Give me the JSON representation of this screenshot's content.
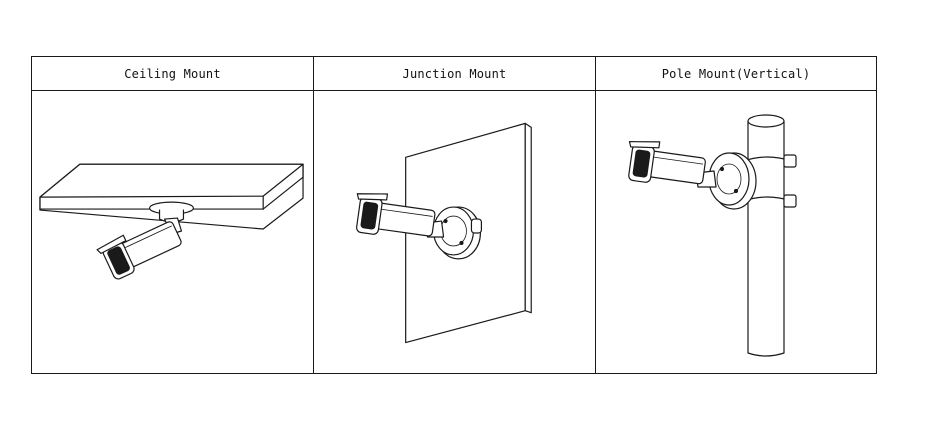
{
  "table": {
    "columns": [
      {
        "label": "Ceiling Mount",
        "illustration": "ceiling-mount-camera"
      },
      {
        "label": "Junction Mount",
        "illustration": "junction-mount-camera"
      },
      {
        "label": "Pole Mount(Vertical)",
        "illustration": "pole-mount-camera"
      }
    ]
  },
  "colors": {
    "line": "#1a1a1a",
    "background": "#ffffff"
  }
}
